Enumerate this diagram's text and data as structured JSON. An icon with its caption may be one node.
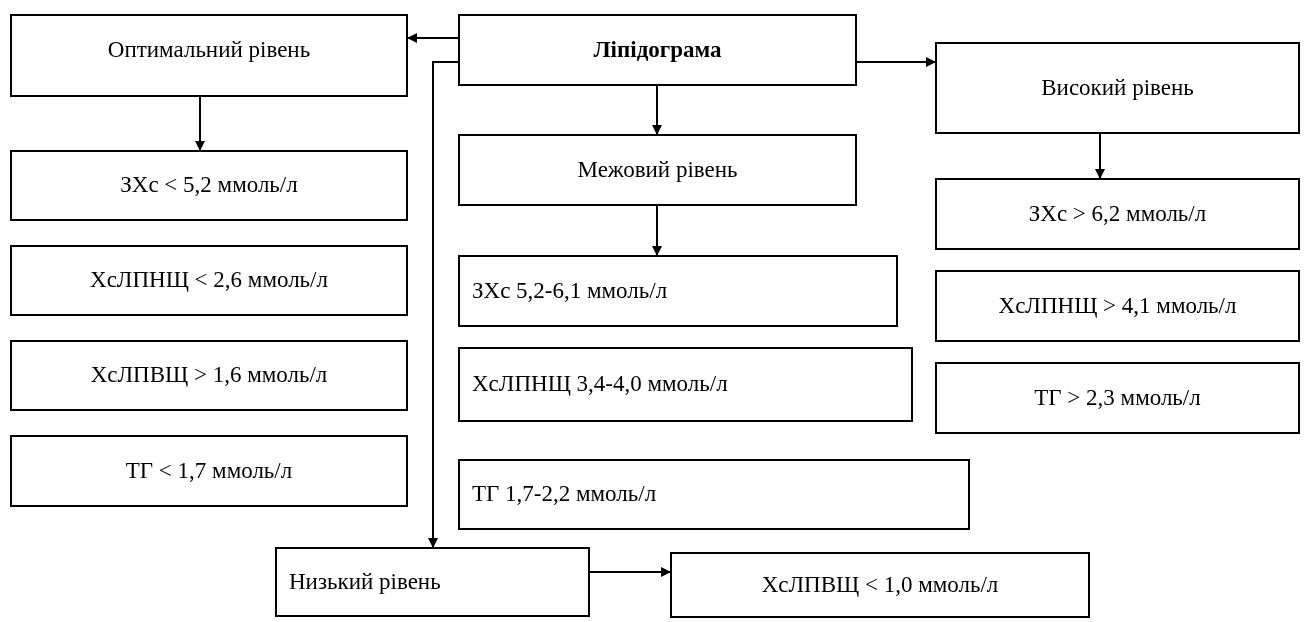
{
  "diagram": {
    "nodes": [
      {
        "text": [
          "Ліпідограма"
        ]
      },
      {
        "text": [
          "Оптимальний рівень"
        ]
      },
      {
        "text": [
          "ЗХс < 5,2 ммоль/л"
        ]
      },
      {
        "text": [
          "ХсЛПНЩ < 2,6 ммоль/л"
        ]
      },
      {
        "text": [
          "ХсЛПВЩ > 1,6 ммоль/л"
        ]
      },
      {
        "text": [
          "ТГ < 1,7 ммоль/л"
        ]
      },
      {
        "text": [
          "Межовий рівень"
        ]
      },
      {
        "text": [
          "ЗХс 5,2-6,1 ммоль/л"
        ]
      },
      {
        "text": [
          "ХсЛПНЩ 3,4-4,0 ммоль/л"
        ]
      },
      {
        "text": [
          "ТГ 1,7-2,2 ммоль/л"
        ]
      },
      {
        "text": [
          "Високий рівень"
        ]
      },
      {
        "text": [
          "ЗХс > 6,2 ммоль/л"
        ]
      },
      {
        "text": [
          "ХсЛПНЩ > 4,1 ммоль/л"
        ]
      },
      {
        "text": [
          "ТГ > 2,3 ммоль/л"
        ]
      },
      {
        "text": [
          "Низький рівень"
        ]
      },
      {
        "text": [
          "ХсЛПВЩ < 1,0 ммоль/л"
        ]
      }
    ],
    "edges": [
      {
        "from": 0,
        "to": 1,
        "arrow": "to"
      },
      {
        "from": 0,
        "to": 14,
        "arrow": "to"
      },
      {
        "from": 0,
        "to": 10,
        "arrow": "to"
      },
      {
        "from": 0,
        "to": 6,
        "arrow": "to"
      },
      {
        "from": 1,
        "to": 2,
        "arrow": "to"
      },
      {
        "from": 6,
        "to": 7,
        "arrow": "to"
      },
      {
        "from": 10,
        "to": 11,
        "arrow": "to"
      },
      {
        "from": 14,
        "to": 15,
        "arrow": "to"
      }
    ]
  }
}
